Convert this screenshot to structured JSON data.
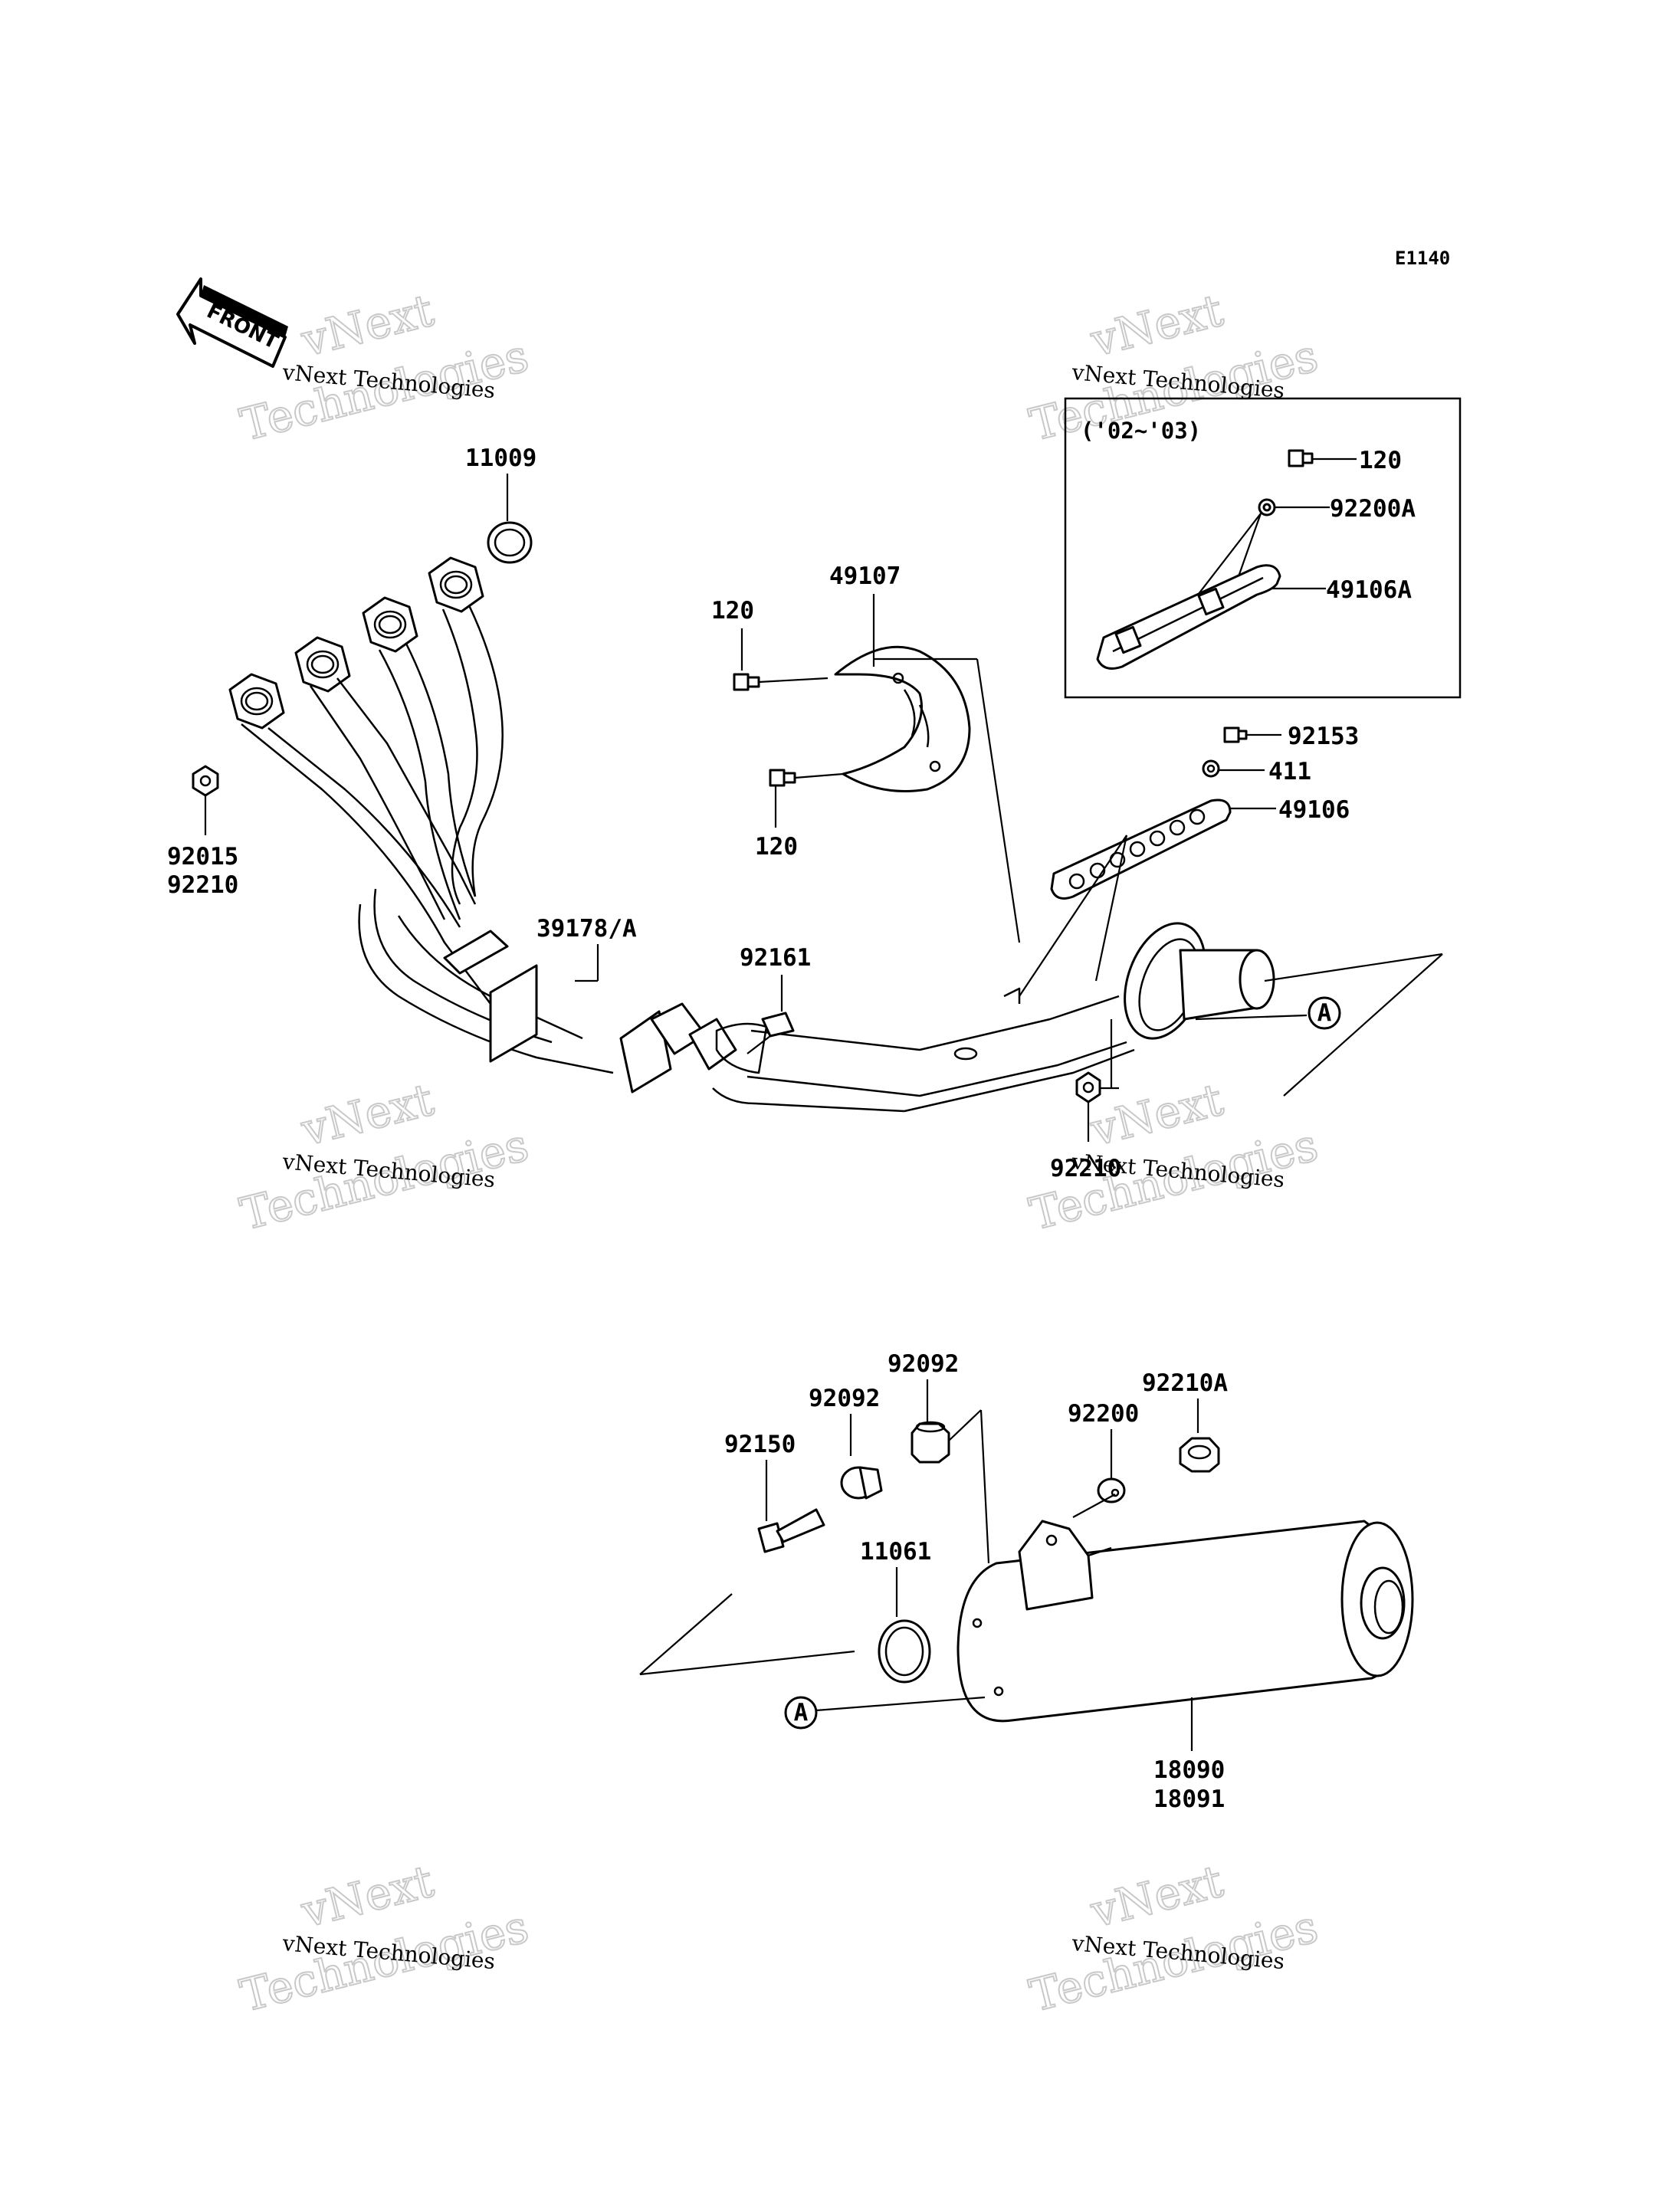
{
  "diagram_code": "E1140",
  "front_label": "FRONT",
  "inset_note": "('02~'03)",
  "watermark": {
    "line1": "vNext Technologies",
    "line2": "vNext",
    "line3": "Technologies"
  },
  "part_labels": {
    "p11009": "11009",
    "p92015": "92015",
    "p92210_top": "92210",
    "p39178": "39178/A",
    "p49107": "49107",
    "p120_a": "120",
    "p120_b": "120",
    "p92161": "92161",
    "p120_inset": "120",
    "p92200A": "92200A",
    "p49106A": "49106A",
    "p92153": "92153",
    "p411": "411",
    "p49106": "49106",
    "p92210_mid": "92210",
    "refA_1": "A",
    "p92092_a": "92092",
    "p92092_b": "92092",
    "p92150": "92150",
    "p92200": "92200",
    "p92210A": "92210A",
    "p11061": "11061",
    "refA_2": "A",
    "p18090": "18090",
    "p18091": "18091"
  }
}
